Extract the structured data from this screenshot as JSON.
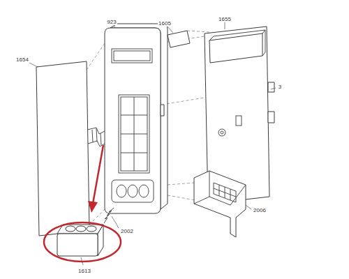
{
  "diagram": {
    "labels": [
      "923",
      "1605",
      "1655",
      "3",
      "1654",
      "2006",
      "2002",
      "1613"
    ]
  }
}
